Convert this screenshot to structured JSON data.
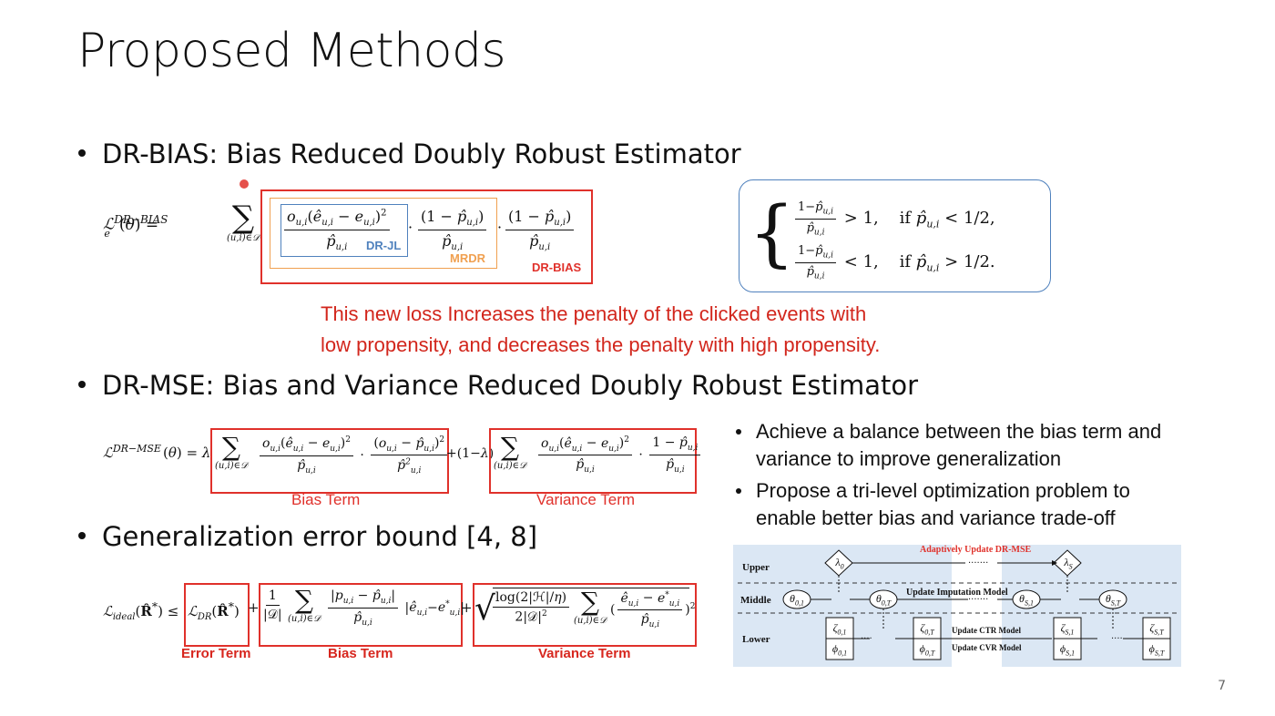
{
  "title": "Proposed Methods",
  "page_number": "7",
  "section1": {
    "bullet": "DR-BIAS: Bias Reduced Doubly Robust Estimator",
    "box_labels": {
      "drjl": "DR-JL",
      "mrdr": "MRDR",
      "drbias": "DR-BIAS"
    },
    "note_line1": "This new loss Increases the penalty of the clicked events with",
    "note_line2": "low propensity, and decreases the penalty with high propensity.",
    "case1_cond": "if p̂",
    "case2_cond": "if p̂"
  },
  "section2": {
    "bullet": "DR-MSE: Bias and Variance Reduced Doubly Robust Estimator",
    "bias_label": "Bias Term",
    "variance_label": "Variance Term",
    "points": [
      "Achieve a balance between the bias term and variance to improve generalization",
      "Propose a tri-level optimization problem to enable better bias and variance trade-off"
    ]
  },
  "section3": {
    "bullet": "Generalization error bound [4, 8]",
    "error_label": "Error Term",
    "bias_label": "Bias Term",
    "variance_label": "Variance Term"
  },
  "diagram": {
    "levels": {
      "upper": "Upper",
      "middle": "Middle",
      "lower": "Lower"
    },
    "arrows": {
      "update_dr_mse": "Adaptively Update DR-MSE",
      "update_imputation": "Update Imputation Model",
      "update_ctr": "Update CTR Model",
      "update_cvr": "Update CVR Model"
    },
    "accent_red": "#e0312b",
    "bg_blue": "#dbe7f4"
  },
  "colors": {
    "red": "#e0312b",
    "blue": "#4f81bd",
    "orange": "#f0a050"
  }
}
